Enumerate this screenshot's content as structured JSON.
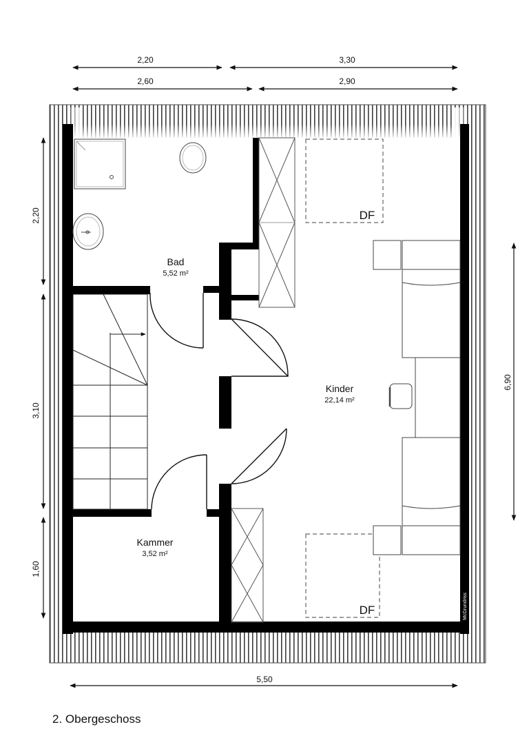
{
  "dimensions": {
    "top_row1": [
      "2,20",
      "3,30"
    ],
    "top_row2": [
      "2,60",
      "2,90"
    ],
    "left": [
      "2,20",
      "3,10",
      "1,60"
    ],
    "right": "6,90",
    "bottom": "5,50"
  },
  "rooms": {
    "bad": {
      "name": "Bad",
      "area": "5,52 m²"
    },
    "kinder": {
      "name": "Kinder",
      "area": "22,14 m²"
    },
    "kammer": {
      "name": "Kammer",
      "area": "3,52 m²"
    }
  },
  "skylights": [
    "DF",
    "DF"
  ],
  "watermark": "McGrundriss",
  "caption": "2. Obergeschoss",
  "colors": {
    "wall": "#000000",
    "line": "#222222",
    "background": "#ffffff"
  }
}
